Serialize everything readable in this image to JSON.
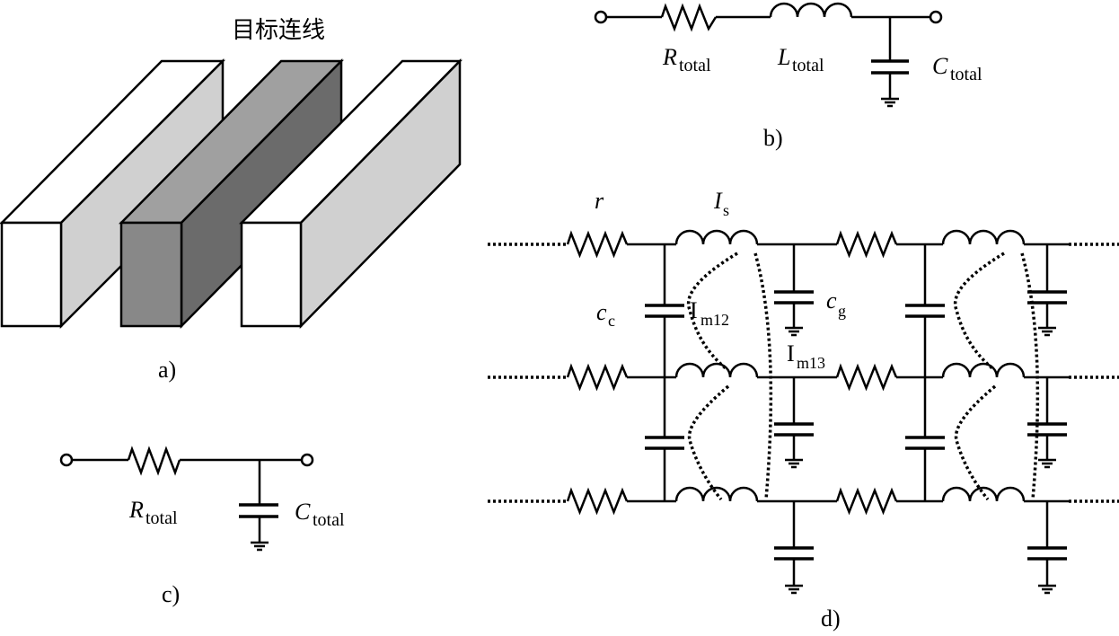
{
  "figure": {
    "part_a": {
      "title": "目标连线",
      "caption": "a)",
      "boxes": [
        {
          "name": "left-wire",
          "front": "#ffffff",
          "top": "#ffffff",
          "side": "#d0d0d0"
        },
        {
          "name": "target-wire",
          "front": "#888888",
          "top": "#a0a0a0",
          "side": "#6b6b6b"
        },
        {
          "name": "right-wire",
          "front": "#ffffff",
          "top": "#ffffff",
          "side": "#d0d0d0"
        }
      ]
    },
    "part_b": {
      "caption": "b)",
      "r_label": "R",
      "r_sub": "total",
      "l_label": "L",
      "l_sub": "total",
      "c_label": "C",
      "c_sub": "total"
    },
    "part_c": {
      "caption": "c)",
      "r_label": "R",
      "r_sub": "total",
      "c_label": "C",
      "c_sub": "total"
    },
    "part_d": {
      "caption": "d)",
      "r_label": "r",
      "ls_label": "I",
      "ls_sub": "s",
      "cc_label": "c",
      "cc_sub": "c",
      "cg_label": "c",
      "cg_sub": "g",
      "m12_label": "I",
      "m12_sub": "m12",
      "m13_label": "I",
      "m13_sub": "m13"
    }
  }
}
